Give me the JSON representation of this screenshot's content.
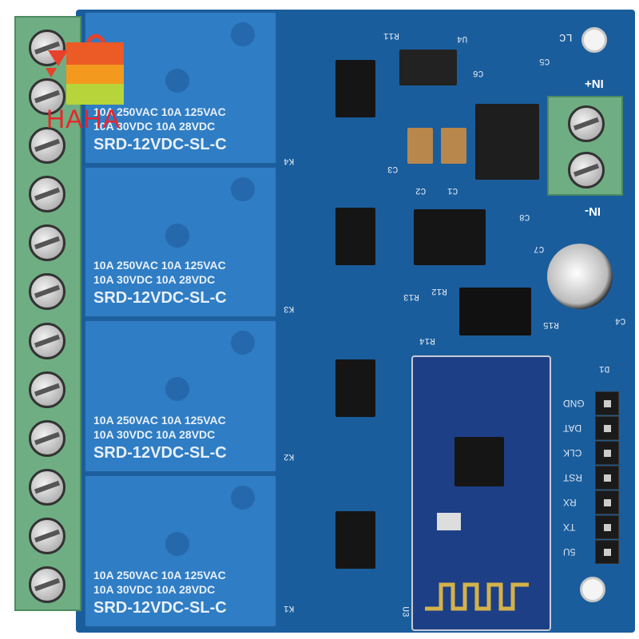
{
  "logo": {
    "text": "HAHA",
    "colors": [
      "#e8412b",
      "#f39a1e",
      "#b7d43a"
    ]
  },
  "relays": [
    {
      "line1": "10A 250VAC  10A 125VAC",
      "line2": "10A  30VDC  10A  28VDC",
      "model": "SRD-12VDC-SL-C"
    },
    {
      "line1": "10A 250VAC  10A 125VAC",
      "line2": "10A  30VDC  10A  28VDC",
      "model": "SRD-12VDC-SL-C"
    },
    {
      "line1": "10A 250VAC  10A 125VAC",
      "line2": "10A  30VDC  10A  28VDC",
      "model": "SRD-12VDC-SL-C"
    },
    {
      "line1": "10A 250VAC  10A 125VAC",
      "line2": "10A  30VDC  10A  28VDC",
      "model": "SRD-12VDC-SL-C"
    }
  ],
  "power": {
    "in_plus": "IN+",
    "in_minus": "IN-"
  },
  "header_pins": [
    "GND",
    "DAT",
    "CLK",
    "RST",
    "RX",
    "TX",
    "5U"
  ],
  "refs": {
    "k4": "K4",
    "k3": "K3",
    "k2": "K2",
    "k1": "K1",
    "u4": "U4",
    "u3": "U3",
    "c1": "C1",
    "c2": "C2",
    "c3": "C3",
    "c4": "C4",
    "c5": "C5",
    "c6": "C6",
    "c7": "C7",
    "c8": "C8",
    "r11": "R11",
    "r12": "R12",
    "r13": "R13",
    "r14": "R14",
    "r15": "R15",
    "d1": "D1",
    "lc": "LC"
  },
  "colors": {
    "pcb": "#1a5d9c",
    "relay": "#2f7dc4",
    "terminal": "#6fae82"
  }
}
